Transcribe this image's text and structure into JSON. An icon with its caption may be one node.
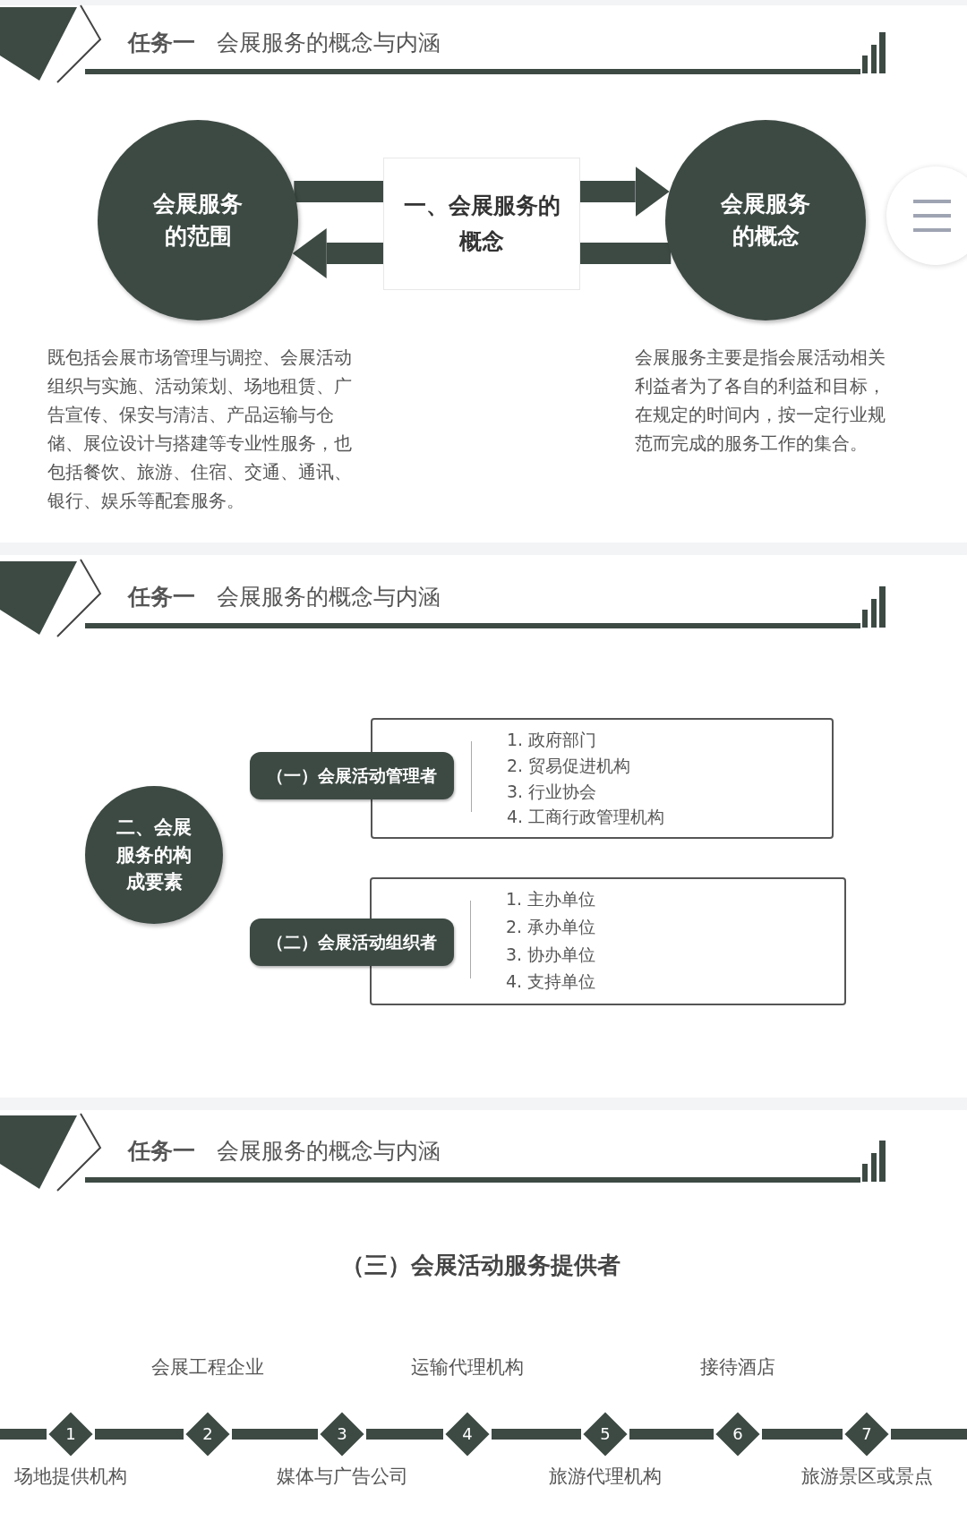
{
  "diagram": {
    "nodes": [
      {
        "text": [
          "会展服务的范围"
        ],
        "beside": [
          "既包括会展市场管理与调控、会展活动组织与实施、活动策划、场地租赁、广告宣传、保安与清洁、产品运输与仓储、展位设计与搭建等专业性服务，也包括餐饮、旅游、住宿、交通、通讯、银行、娱乐等配套服务。"
        ]
      },
      {
        "text": [
          "一、会展服务的概念"
        ]
      },
      {
        "text": [
          "会展服务的概念"
        ],
        "beside": [
          "会展服务主要是指会展活动相关利益者为了各自的利益和目标，在规定的时间内，按一定行业规范而完成的服务工作的集合。"
        ]
      },
      {
        "text": [
          "二、会展服务的构成要素"
        ]
      },
      {
        "text": [
          "（一）会展活动管理者"
        ]
      },
      {
        "text": [
          "1. 政府部门",
          "2. 贸易促进机构",
          "3. 行业协会",
          "4. 工商行政管理机构"
        ]
      },
      {
        "text": [
          "（二）会展活动组织者"
        ]
      },
      {
        "text": [
          "1. 主办单位",
          "2. 承办单位",
          "3. 协办单位",
          "4. 支持单位"
        ]
      },
      {
        "text": [
          "1"
        ],
        "beside": [
          "场地提供机构"
        ]
      },
      {
        "text": [
          "2"
        ],
        "beside": [
          "会展工程企业"
        ]
      },
      {
        "text": [
          "3"
        ],
        "beside": [
          "媒体与广告公司"
        ]
      },
      {
        "text": [
          "4"
        ],
        "beside": [
          "运输代理机构"
        ]
      },
      {
        "text": [
          "5"
        ],
        "beside": [
          "旅游代理机构"
        ]
      },
      {
        "text": [
          "6"
        ],
        "beside": [
          "接待酒店"
        ]
      },
      {
        "text": [
          "7"
        ],
        "beside": [
          "旅游景区或景点"
        ]
      }
    ],
    "edges": [
      {
        "from": 0,
        "to": 1,
        "arrow": "none",
        "style": "thick"
      },
      {
        "from": 1,
        "to": 2,
        "arrow": "to",
        "style": "thick"
      },
      {
        "from": 2,
        "to": 1,
        "arrow": "none",
        "style": "thick"
      },
      {
        "from": 1,
        "to": 0,
        "arrow": "to",
        "style": "thick"
      },
      {
        "from": null,
        "to": 8,
        "arrow": "none"
      },
      {
        "from": 8,
        "to": 9,
        "arrow": "none"
      },
      {
        "from": 9,
        "to": 10,
        "arrow": "none"
      },
      {
        "from": 10,
        "to": 11,
        "arrow": "none"
      },
      {
        "from": 11,
        "to": 12,
        "arrow": "none"
      },
      {
        "from": 12,
        "to": 13,
        "arrow": "none"
      },
      {
        "from": 13,
        "to": 14,
        "arrow": "none"
      },
      {
        "from": 14,
        "to": null,
        "arrow": "none"
      }
    ],
    "labels": [
      "任务一",
      "会展服务的概念与内涵",
      "任务一",
      "会展服务的概念与内涵",
      "任务一",
      "会展服务的概念与内涵",
      "（三）会展活动服务提供者"
    ]
  }
}
